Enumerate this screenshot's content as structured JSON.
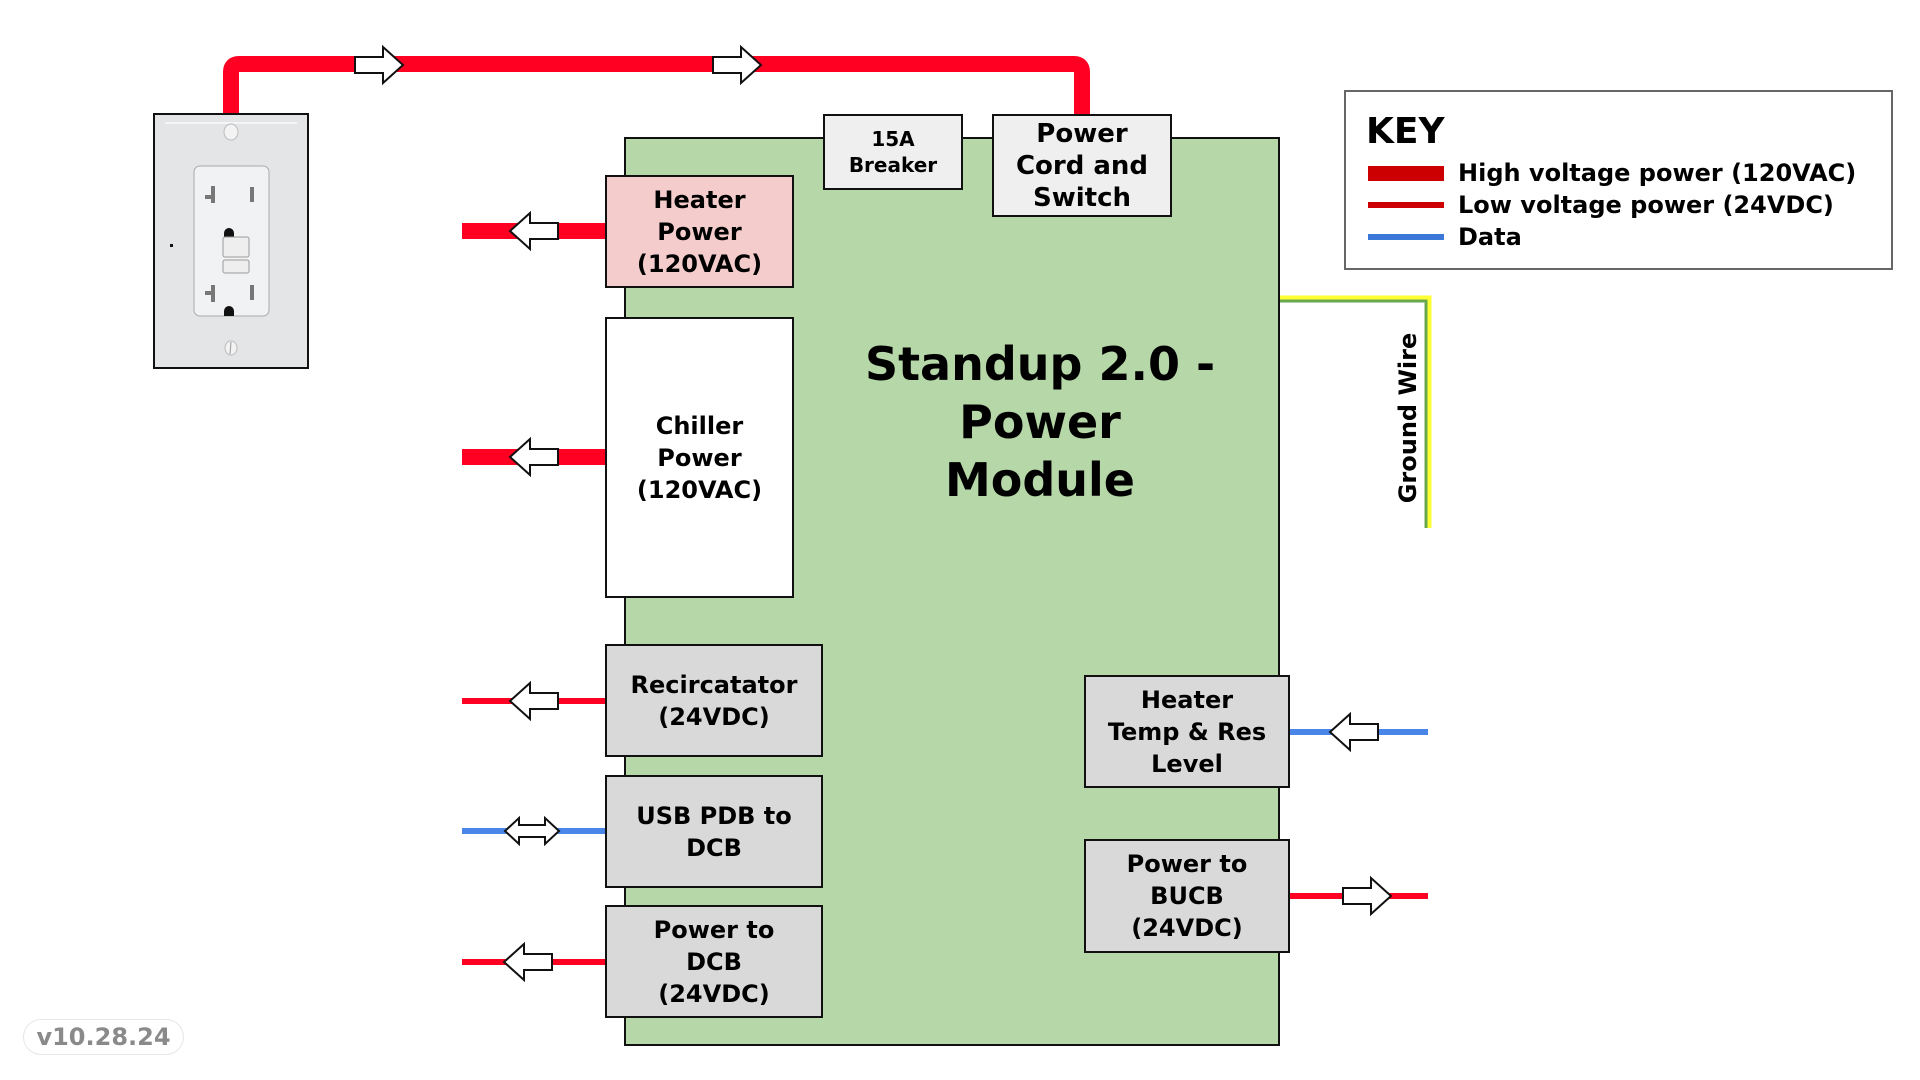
{
  "colors": {
    "high_voltage": "#ff0022",
    "low_voltage": "#ff0022",
    "data": "#4a86e8",
    "ground_outer": "#ffff33",
    "ground_inner": "#6aa84f",
    "module_fill": "#b6d7a8",
    "key_high": "#cc0000",
    "key_low": "#cc0000",
    "key_data": "#3c78d8"
  },
  "module": {
    "title": "Standup 2.0 -\nPower\nModule"
  },
  "components": {
    "breaker": "15A\nBreaker",
    "power_cord": "Power\nCord and\nSwitch",
    "heater_power": "Heater\nPower\n(120VAC)",
    "chiller_power": "Chiller\nPower\n(120VAC)",
    "recirculator": "Recircatator\n(24VDC)",
    "usb_pdb": "USB PDB to\nDCB",
    "power_dcb": "Power to\nDCB\n(24VDC)",
    "heater_temp": "Heater\nTemp & Res\nLevel",
    "power_bucb": "Power to\nBUCB\n(24VDC)"
  },
  "ground_wire": {
    "label": "Ground Wire"
  },
  "key": {
    "title": "KEY",
    "items": [
      {
        "label": "High voltage power (120VAC)",
        "type": "high"
      },
      {
        "label": "Low voltage power (24VDC)",
        "type": "low"
      },
      {
        "label": "Data",
        "type": "data"
      }
    ]
  },
  "connections": [
    {
      "from": "wall-outlet",
      "to": "power_cord",
      "type": "high",
      "direction": "to-module"
    },
    {
      "from": "heater_power",
      "to": "external",
      "type": "high",
      "direction": "out"
    },
    {
      "from": "chiller_power",
      "to": "external",
      "type": "high",
      "direction": "out"
    },
    {
      "from": "recirculator",
      "to": "external",
      "type": "low",
      "direction": "out"
    },
    {
      "from": "usb_pdb",
      "to": "external",
      "type": "data",
      "direction": "bidirectional"
    },
    {
      "from": "power_dcb",
      "to": "external",
      "type": "low",
      "direction": "out"
    },
    {
      "from": "external",
      "to": "heater_temp",
      "type": "data",
      "direction": "in"
    },
    {
      "from": "power_bucb",
      "to": "external",
      "type": "low",
      "direction": "out"
    }
  ],
  "version": "v10.28.24"
}
